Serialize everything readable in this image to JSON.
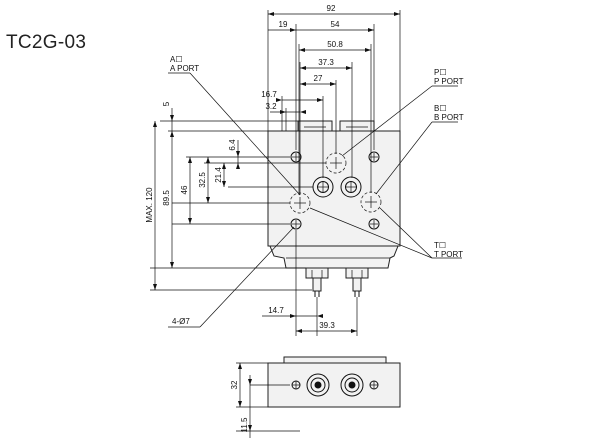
{
  "title": "TC2G-03",
  "dimensions": {
    "overall_width": "92",
    "d19": "19",
    "d54": "54",
    "d50_8": "50.8",
    "d37_3": "37.3",
    "d27": "27",
    "d16_7": "16.7",
    "d3_2": "3.2",
    "d5": "5",
    "d6_4": "6.4",
    "d21_4": "21.4",
    "d32_5": "32.5",
    "d46": "46",
    "d89_5": "89.5",
    "max_height": "MAX. 120",
    "d14_7": "14.7",
    "d39_3": "39.3",
    "d32": "32",
    "d11_5": "11.5"
  },
  "labels": {
    "a_symbol": "A☐",
    "a_port": "A PORT",
    "p_symbol": "P☐",
    "p_port": "P PORT",
    "b_symbol": "B☐",
    "b_port": "B PORT",
    "t_symbol": "T☐",
    "t_port": "T PORT",
    "holes": "4-Ø7"
  }
}
